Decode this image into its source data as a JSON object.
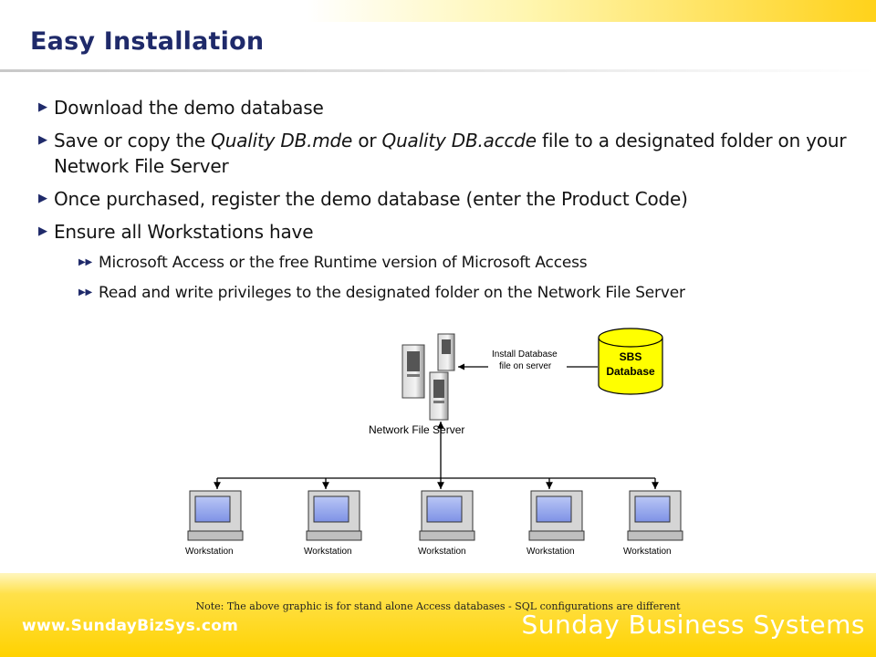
{
  "slide": {
    "title": "Easy Installation",
    "bullets": [
      {
        "pre": "Download the demo database"
      },
      {
        "pre": "Save or copy the ",
        "it1": "Quality DB.mde",
        "mid": " or ",
        "it2": "Quality DB.accde",
        "post": " file to a designated folder on your Network File Server"
      },
      {
        "pre": "Once purchased, register the demo database (enter the Product Code)"
      },
      {
        "pre": "Ensure all Workstations have"
      }
    ],
    "sub_bullets": [
      "Microsoft Access or the free Runtime version of Microsoft Access",
      "Read and write privileges to the designated folder on the Network File Server"
    ]
  },
  "diagram": {
    "server_label": "Network File Server",
    "install_label_1": "Install Database",
    "install_label_2": "file on server",
    "db_label_1": "SBS",
    "db_label_2": "Database",
    "workstations": [
      "Workstation",
      "Workstation",
      "Workstation",
      "Workstation",
      "Workstation"
    ]
  },
  "footer": {
    "note": "Note:  The above graphic is for stand alone Access databases - SQL configurations are different",
    "website": "www.SundayBizSys.com",
    "brand": "Sunday Business Systems"
  },
  "colors": {
    "title": "#1f2a6a",
    "accent_yellow": "#ffd200",
    "db_fill": "#ffff00"
  }
}
